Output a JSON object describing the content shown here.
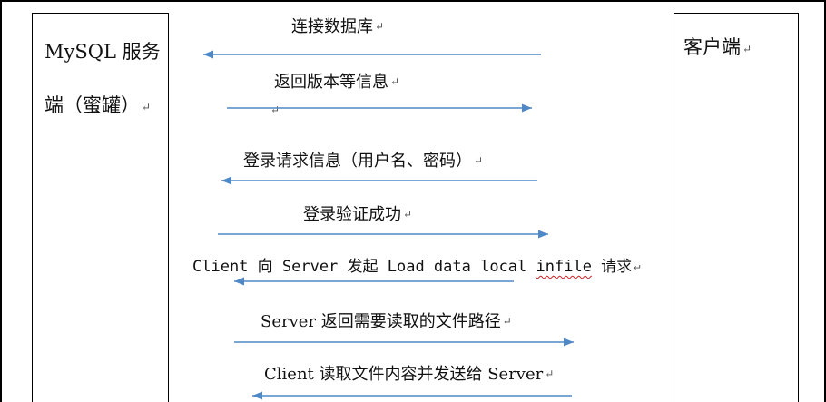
{
  "participants": {
    "left_line_1": "MySQL 服务",
    "left_line_2": "端（蜜罐）",
    "right": "客户端"
  },
  "messages": [
    {
      "text": "连接数据库",
      "direction": "to_left"
    },
    {
      "text": "返回版本等信息",
      "direction": "to_right"
    },
    {
      "text": "登录请求信息（用户名、密码）",
      "direction": "to_left"
    },
    {
      "text": "登录验证成功",
      "direction": "to_right"
    },
    {
      "text_before": "Client 向 Server 发起 Load data local ",
      "text_flagged": "infile",
      "text_after": " 请求",
      "direction": "to_left"
    },
    {
      "text": "Server 返回需要读取的文件路径",
      "direction": "to_right"
    },
    {
      "text": "Client 读取文件内容并发送给 Server",
      "direction": "to_left"
    }
  ],
  "colors": {
    "arrow": "#4f88c6",
    "border": "#000000",
    "spell_flag": "#d02020"
  }
}
